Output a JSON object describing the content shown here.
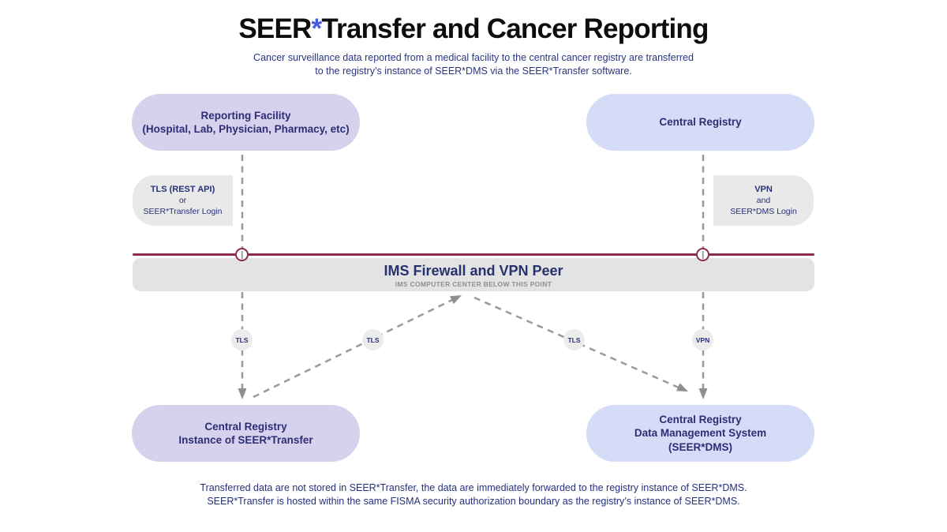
{
  "colors": {
    "purple_pill": "#d8d1ee",
    "blue_pill": "#d5dcf7",
    "gray_box": "#e9e9e9",
    "band_gray": "#e3e3e3",
    "firewall_line": "#8e2a52",
    "navy_text": "#2b3178",
    "title_star_blue": "#4a5ae0",
    "dash_gray": "#999999"
  },
  "title": {
    "pre": "SEER",
    "star": "*",
    "post": "Transfer and Cancer Reporting"
  },
  "subtitle": {
    "line1": "Cancer surveillance data reported from a medical facility to the central cancer registry are transferred",
    "line2": "to the registry’s instance of SEER*DMS via the SEER*Transfer software."
  },
  "nodes": {
    "reporting_facility": {
      "line1": "Reporting Facility",
      "line2": "(Hospital, Lab, Physician, Pharmacy, etc)"
    },
    "central_registry": {
      "line1": "Central Registry"
    },
    "seer_transfer": {
      "line1": "Central Registry",
      "line2": "Instance of SEER*Transfer"
    },
    "seer_dms": {
      "line1": "Central Registry",
      "line2": "Data Management System",
      "line3": "(SEER*DMS)"
    }
  },
  "auth_left": {
    "line1": "TLS (REST API)",
    "line2": "or",
    "line3": "SEER*Transfer Login"
  },
  "auth_right": {
    "line1": "VPN",
    "line2": "and",
    "line3": "SEER*DMS Login"
  },
  "firewall": {
    "title": "IMS Firewall and VPN Peer",
    "subtitle": "IMS COMPUTER CENTER BELOW THIS POINT"
  },
  "connectors": {
    "tls_left": "TLS",
    "tls_mid_left": "TLS",
    "tls_mid_right": "TLS",
    "vpn": "VPN"
  },
  "footer": {
    "line1": "Transferred data are not stored in SEER*Transfer, the data are immediately forwarded to the registry instance of SEER*DMS.",
    "line2": "SEER*Transfer is hosted within the same FISMA security authorization boundary as the registry’s instance of SEER*DMS."
  }
}
